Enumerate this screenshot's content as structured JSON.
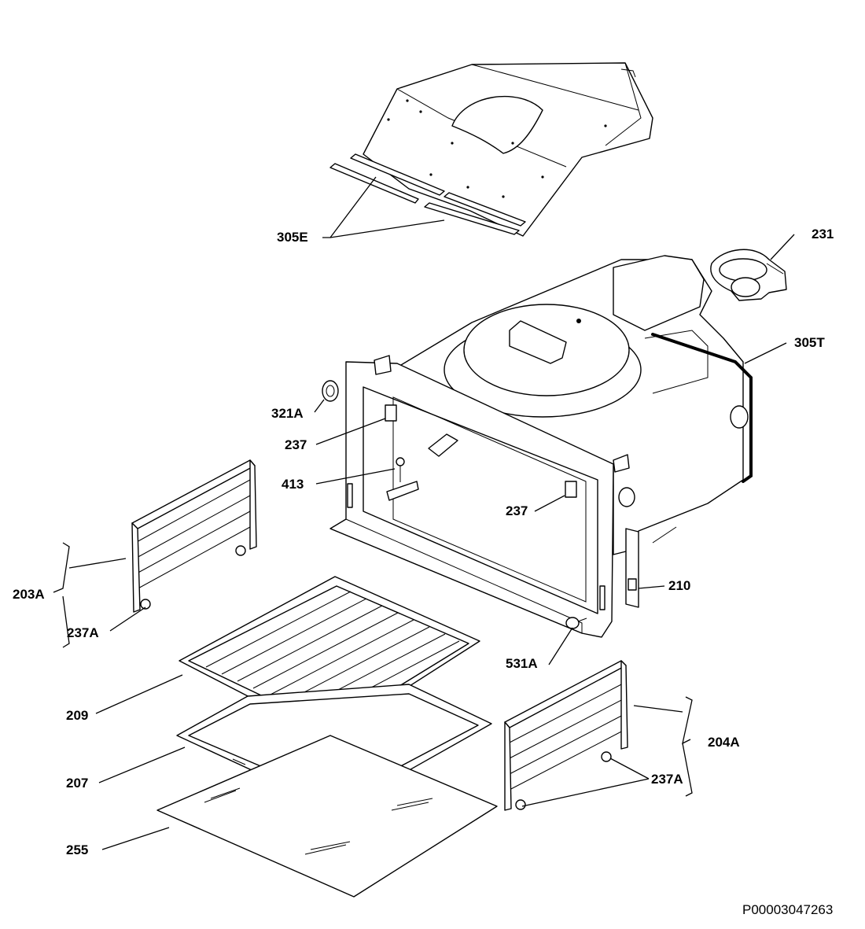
{
  "labels": {
    "l305E": "305E",
    "l231": "231",
    "l305T": "305T",
    "l321A": "321A",
    "l237a": "237",
    "l413": "413",
    "l237b": "237",
    "l203A": "203A",
    "l237Aa": "237A",
    "l210": "210",
    "l531A": "531A",
    "l209": "209",
    "l204A": "204A",
    "l237Ab": "237A",
    "l207": "207",
    "l255": "255"
  },
  "doc_id": "P00003047263",
  "colors": {
    "ink": "#000000",
    "paper": "#ffffff"
  }
}
